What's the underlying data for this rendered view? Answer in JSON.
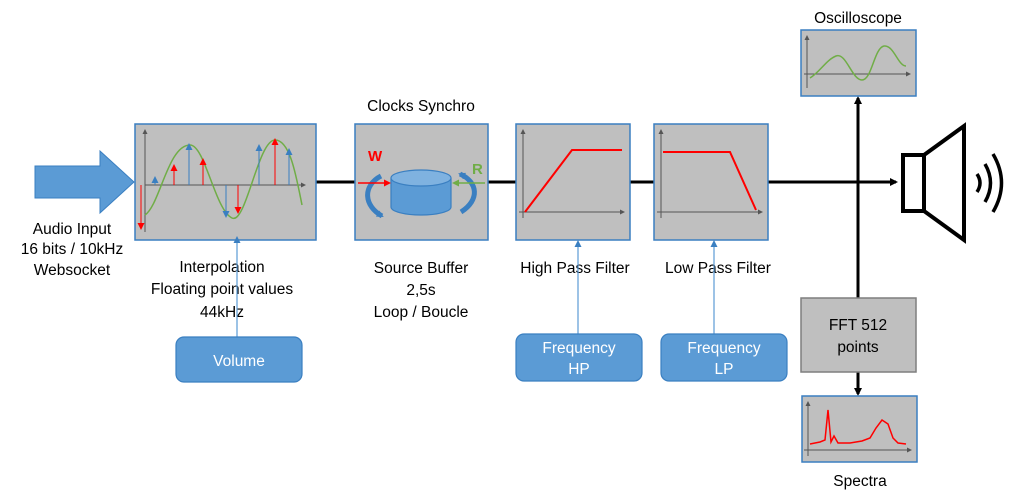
{
  "input": {
    "line1": "Audio Input",
    "line2": "16 bits / 10kHz",
    "line3": "Websocket"
  },
  "interpolation": {
    "line1": "Interpolation",
    "line2": "Floating point values",
    "line3": "44kHz"
  },
  "buffer": {
    "title": "Clocks Synchro",
    "write_label": "W",
    "read_label": "R",
    "line1": "Source Buffer",
    "line2": "2,5s",
    "line3": "Loop / Boucle"
  },
  "high_pass": {
    "label": "High Pass Filter"
  },
  "low_pass": {
    "label": "Low Pass Filter"
  },
  "oscilloscope": {
    "label": "Oscilloscope"
  },
  "fft": {
    "line1": "FFT 512",
    "line2": "points"
  },
  "spectra": {
    "label": "Spectra"
  },
  "controls": {
    "volume": "Volume",
    "freq_hp_line1": "Frequency",
    "freq_hp_line2": "HP",
    "freq_lp_line1": "Frequency",
    "freq_lp_line2": "LP"
  },
  "colors": {
    "box_fill": "#bfbfbf",
    "box_border": "#3a7fc1",
    "accent_blue": "#5b9bd5",
    "signal_red": "#ff0000",
    "signal_green": "#70ad47"
  },
  "icons": [
    "input-arrow",
    "speaker-icon",
    "sound-waves-icon",
    "cylinder-buffer-icon",
    "circular-arrow-icon"
  ]
}
